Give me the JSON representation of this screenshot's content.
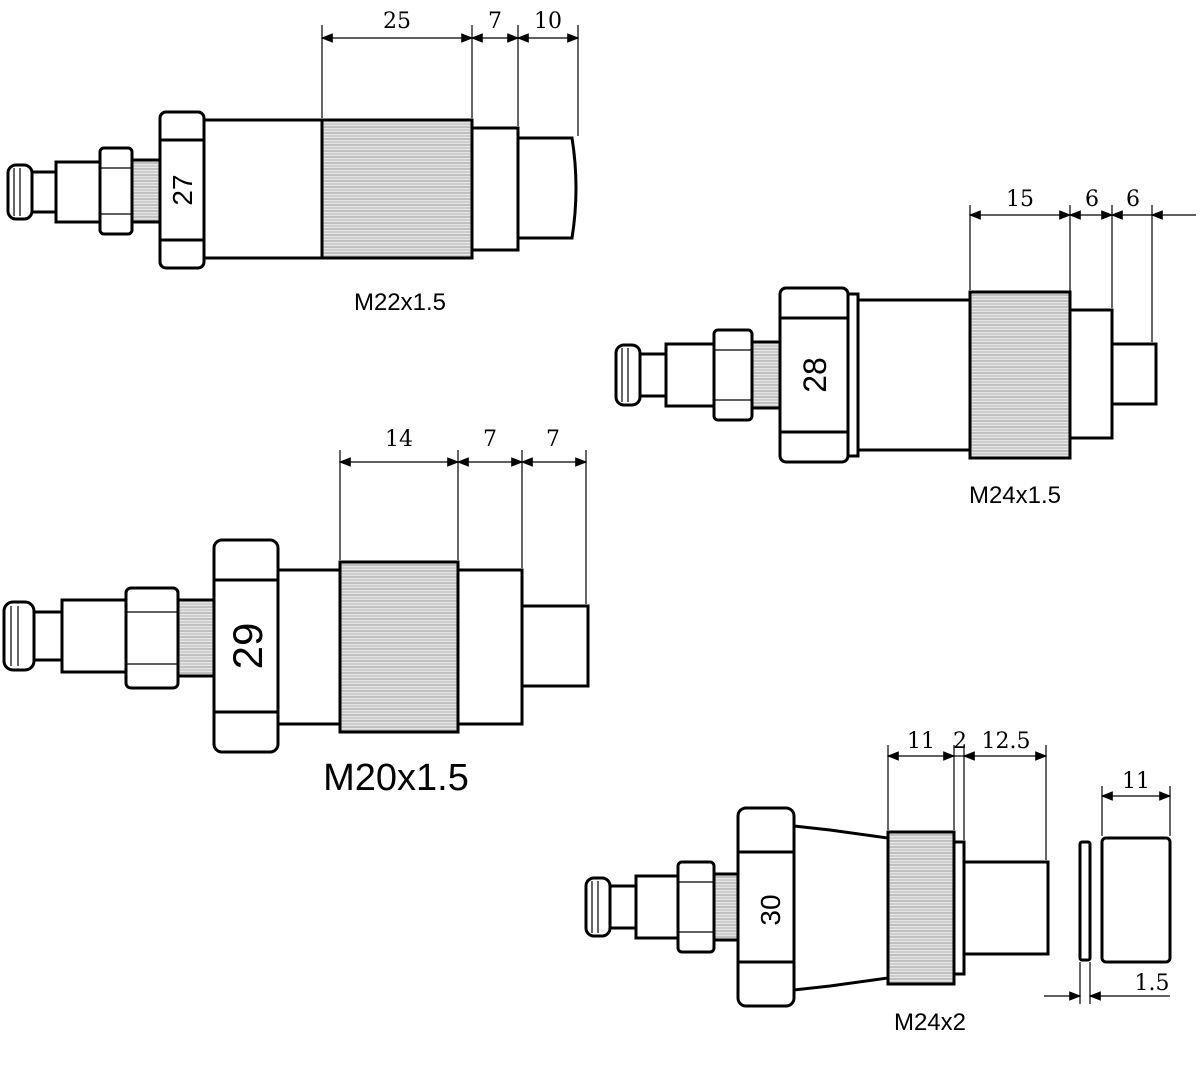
{
  "fittings": [
    {
      "id": "m22",
      "thread": "M22x1.5",
      "hex": "27",
      "dims": [
        "25",
        "7",
        "10"
      ]
    },
    {
      "id": "m24a",
      "thread": "M24x1.5",
      "hex": "28",
      "dims": [
        "15",
        "6",
        "6"
      ]
    },
    {
      "id": "m20",
      "thread": "M20x1.5",
      "hex": "29",
      "dims": [
        "14",
        "7",
        "7"
      ]
    },
    {
      "id": "m24b",
      "thread": "M24x2",
      "hex": "30",
      "dims": [
        "11",
        "2",
        "12.5"
      ],
      "washer_dims": [
        "11",
        "1.5"
      ]
    }
  ]
}
